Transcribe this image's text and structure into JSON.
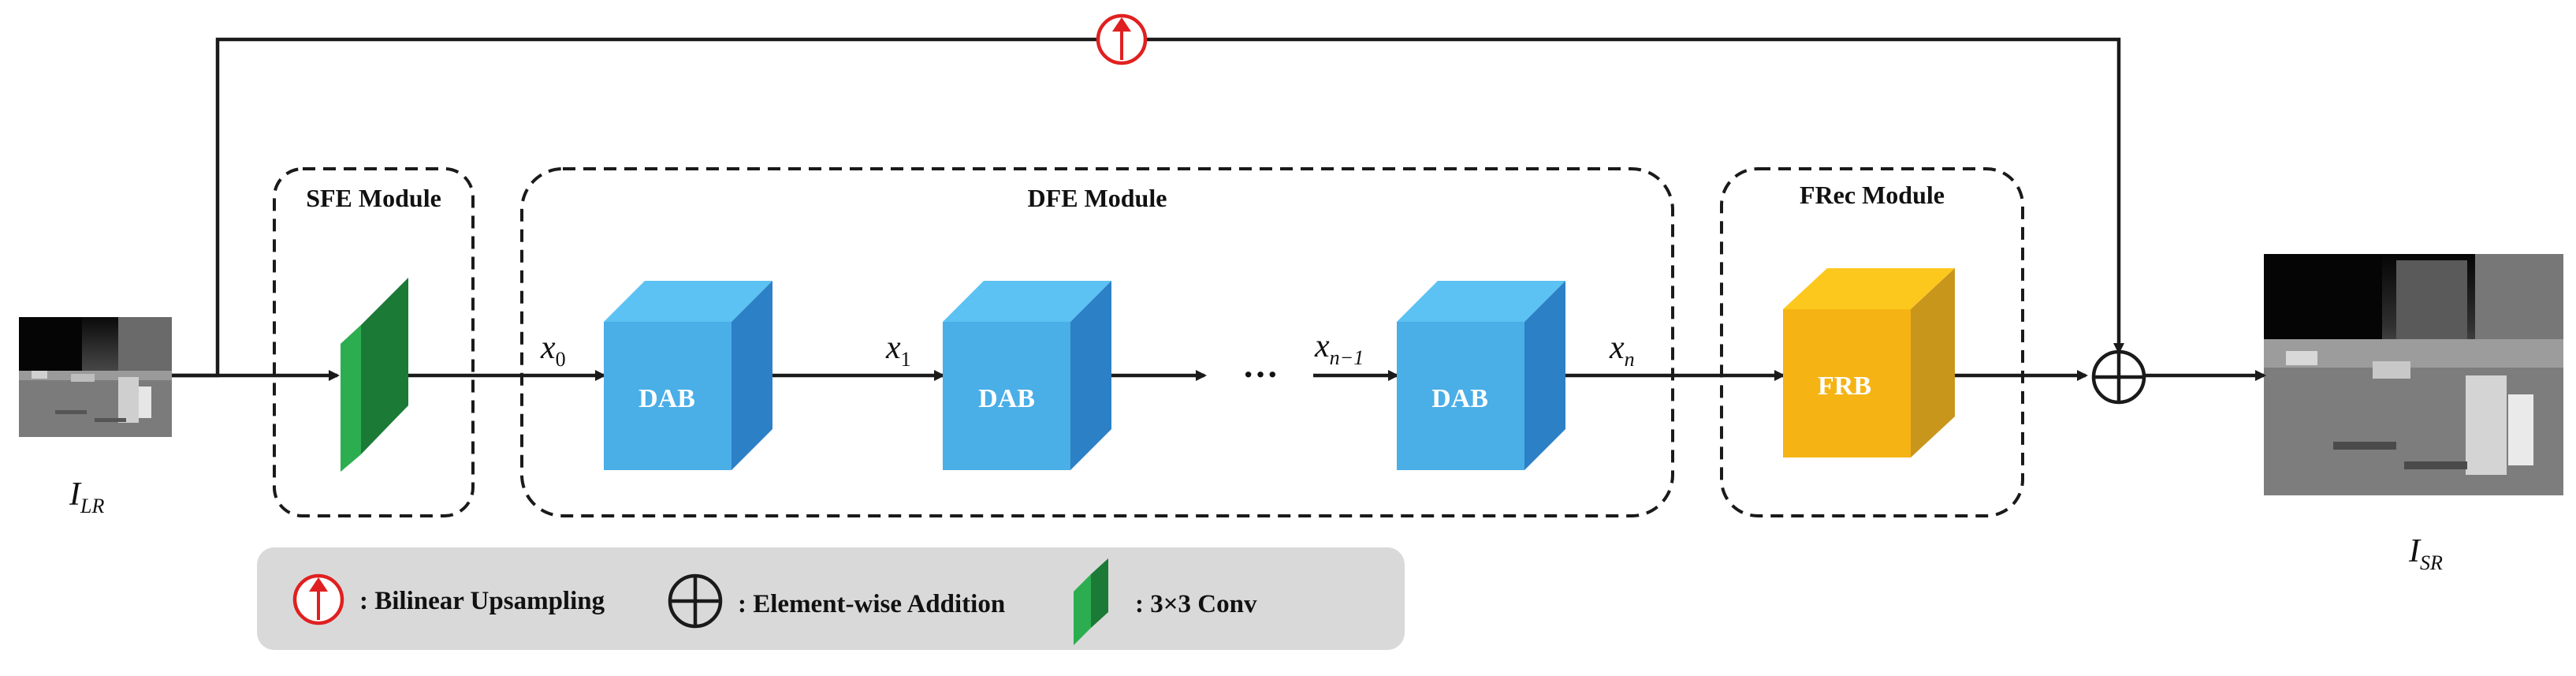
{
  "modules": {
    "sfe": "SFE Module",
    "dfe": "DFE Module",
    "frec": "FRec Module"
  },
  "blocks": {
    "dab": "DAB",
    "frb": "FRB"
  },
  "variables": {
    "input_main": "I",
    "input_sub": "LR",
    "output_main": "I",
    "output_sub": "SR",
    "x0_main": "x",
    "x0_sub": "0",
    "x1_main": "x",
    "x1_sub": "1",
    "xn1_main": "x",
    "xn1_sub": "n−1",
    "xn_main": "x",
    "xn_sub": "n",
    "ellipsis": "···"
  },
  "legend": {
    "upsampling": ": Bilinear Upsampling",
    "addition": ": Element-wise Addition",
    "conv": ":  3×3 Conv"
  },
  "colors": {
    "dab_front": "#4aaee7",
    "dab_top": "#5bc2f3",
    "dab_side": "#2c80c6",
    "frb_front": "#f5b414",
    "frb_top": "#fdc81d",
    "frb_side": "#c9961c",
    "conv_front": "#249a45",
    "conv_side": "#1b7a36",
    "conv_top": "#35b85a",
    "upsample_red": "#e02020",
    "legend_bg": "#d9d9d9"
  },
  "icons": {
    "upsampling": "circle-up-arrow-icon",
    "addition": "circle-plus-icon",
    "conv": "green-slab-icon"
  }
}
